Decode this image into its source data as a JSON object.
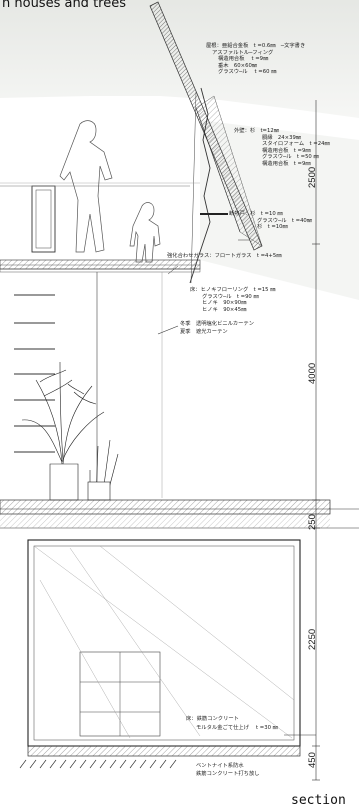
{
  "title": "n houses and trees",
  "footer_label": "section",
  "annotations": {
    "roof": [
      "屋根：亜鉛合金板　t =0.6㎜　─文字書き",
      "アスファルトル─フィング",
      "構造用合板　 t =9㎜",
      "垂木　60×60㎜",
      "グラスウ─ル　 t =60 ㎜"
    ],
    "wall": [
      "外壁：杉　t=12㎜",
      "胴縁　24×39㎜",
      "スタイロフォーム　t =24㎜",
      "構造用合板　t =9㎜",
      "グラスウ─ル　t =50 ㎜",
      "構造用合板　t =9㎜"
    ],
    "window": [
      "断熱戸：杉　t =10 ㎜",
      "グラスウ─ル　t =40㎜",
      "杉　t =10㎜"
    ],
    "glass": "強化合わせガラス：フロートガラス　t =4+5㎜",
    "floor": [
      "床：ヒノキフローリング　t =15 ㎜",
      "グラスウ─ル　t =90 ㎜",
      "ヒノキ　90×90㎜",
      "ヒノキ　90×45㎜"
    ],
    "curtain": [
      "冬季　透明塩化ビニルカーテン",
      "夏季　遮光カーテン"
    ],
    "ground_floor": [
      "床：鉄筋コンクリート",
      "モルタル金ごて仕上げ　 t =30 ㎜"
    ],
    "foundation": [
      "ベントナイト系防水",
      "鉄筋コンクリート打ち放し"
    ]
  },
  "dimensions": [
    "2500",
    "4000",
    "250",
    "2250",
    "450"
  ],
  "colors": {
    "line": "#333333",
    "sky_wash": "#e6e8e4",
    "hatch": "#555555"
  }
}
